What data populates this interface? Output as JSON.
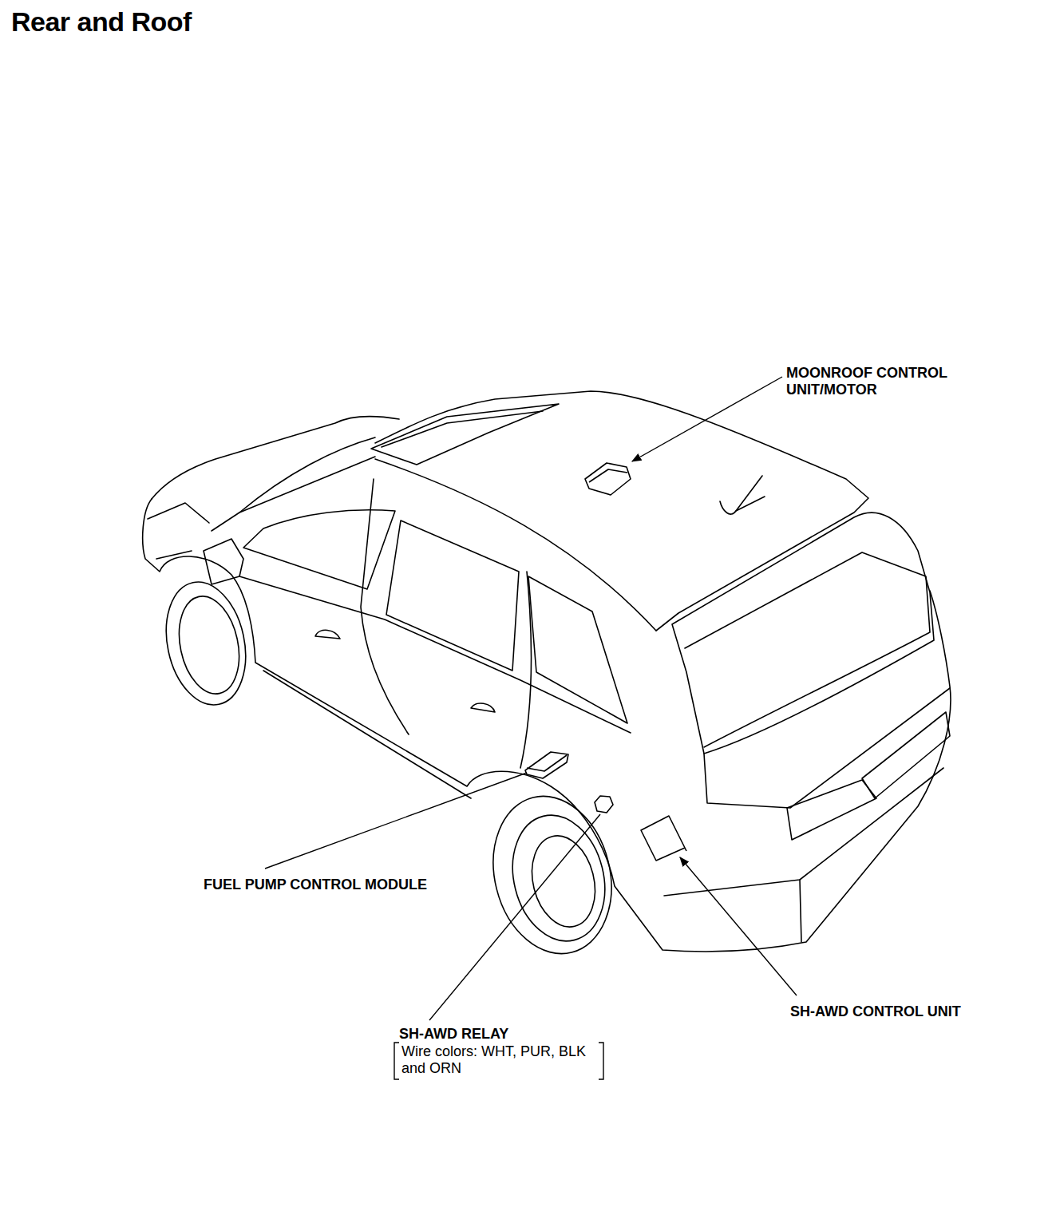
{
  "diagram": {
    "title": "Rear and Roof",
    "labels": [
      "MOONROOF CONTROL UNIT/MOTOR",
      "FUEL PUMP CONTROL MODULE",
      "SH-AWD RELAY",
      "Wire colors: WHT, PUR, BLK and ORN",
      "SH-AWD CONTROL UNIT"
    ]
  }
}
